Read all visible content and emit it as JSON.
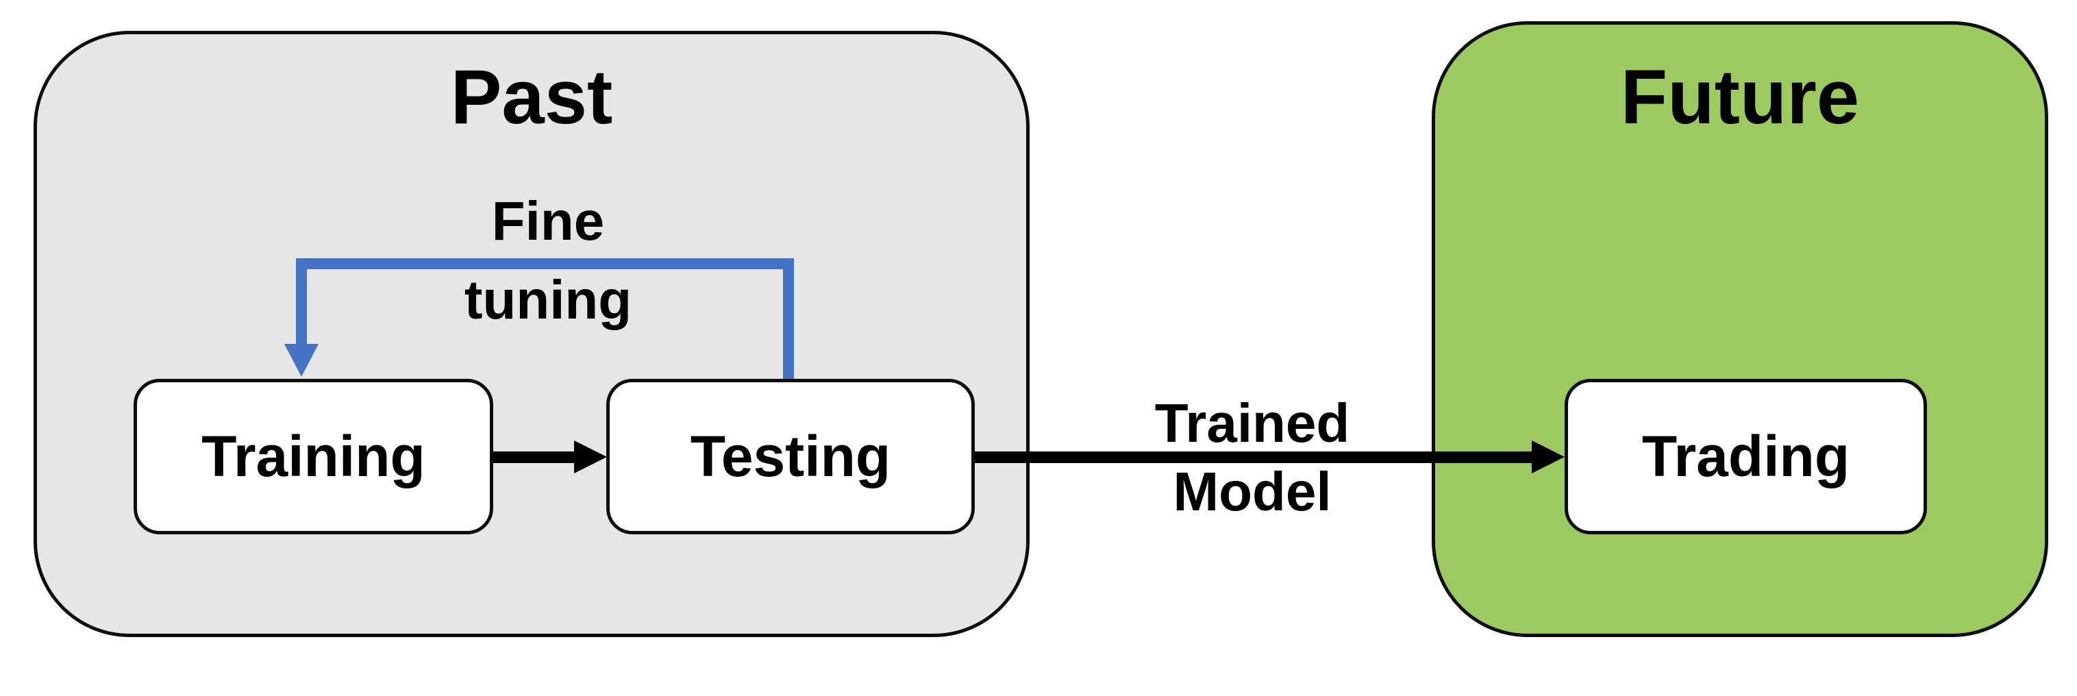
{
  "diagram": {
    "sections": {
      "past": {
        "title": "Past"
      },
      "future": {
        "title": "Future"
      }
    },
    "nodes": {
      "training": {
        "label": "Training"
      },
      "testing": {
        "label": "Testing"
      },
      "trading": {
        "label": "Trading"
      }
    },
    "edges": {
      "fine_tuning": {
        "label_line1": "Fine",
        "label_line2": "tuning"
      },
      "trained_model": {
        "label_line1": "Trained",
        "label_line2": "Model"
      }
    }
  },
  "colors": {
    "past_fill": "#e6e6e6",
    "future_fill": "#9cca60",
    "node_fill": "#ffffff",
    "stroke": "#0d0d0d",
    "arrow_black": "#000000",
    "connector_blue": "#4472c4",
    "text": "#000000"
  }
}
